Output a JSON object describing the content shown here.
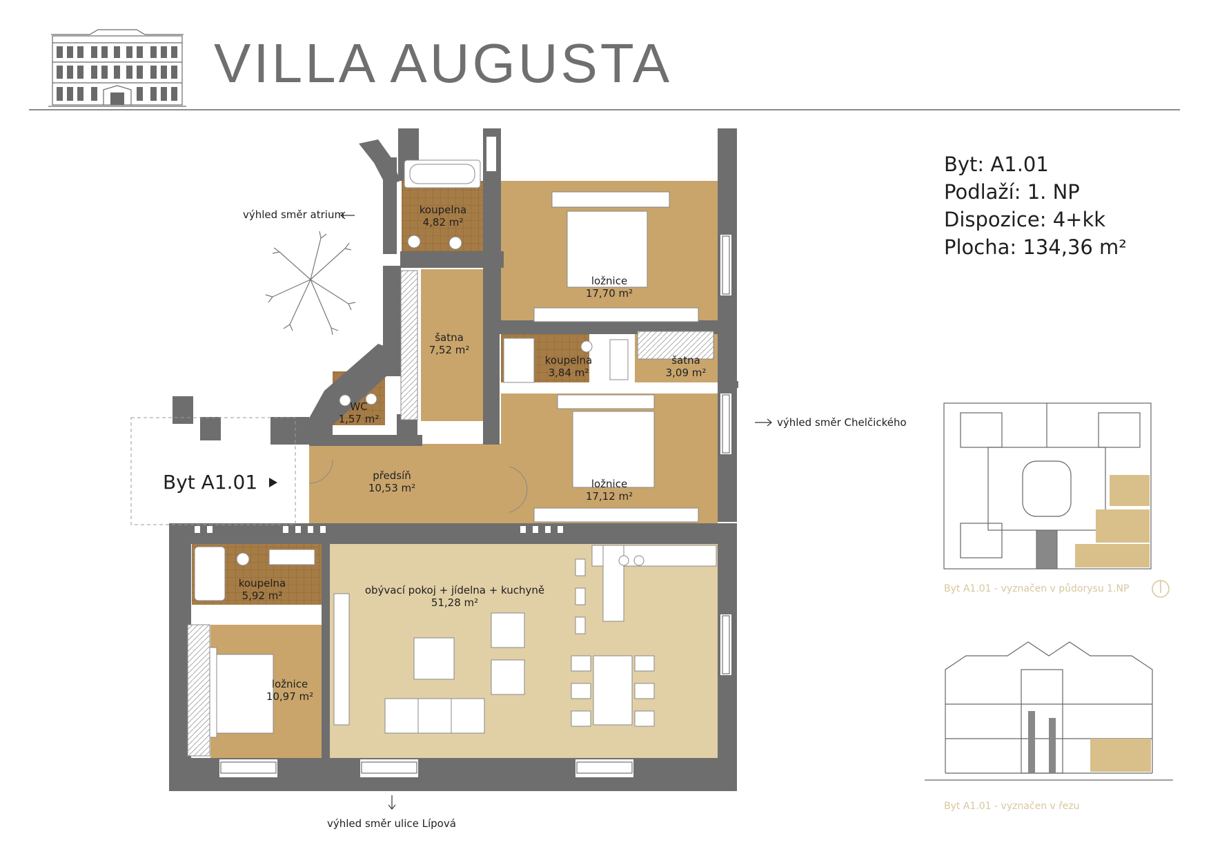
{
  "header": {
    "title": "VILLA AUGUSTA"
  },
  "info": {
    "byt": "Byt: A1.01",
    "podlazi": "Podlaží: 1. NP",
    "dispozice": "Dispozice: 4+kk",
    "plocha": "Plocha: 134,36 m²"
  },
  "rooms": [
    {
      "name": "koupelna",
      "area": "4,82 m²"
    },
    {
      "name": "ložnice",
      "area": "17,70 m²"
    },
    {
      "name": "šatna",
      "area": "7,52 m²"
    },
    {
      "name": "koupelna",
      "area": "3,84 m²"
    },
    {
      "name": "šatna",
      "area": "3,09 m²"
    },
    {
      "name": "WC",
      "area": "1,57 m²"
    },
    {
      "name": "předsíň",
      "area": "10,53 m²"
    },
    {
      "name": "ložnice",
      "area": "17,12 m²"
    },
    {
      "name": "koupelna",
      "area": "5,92 m²"
    },
    {
      "name": "obývací pokoj + jídelna + kuchyně",
      "area": "51,28 m²"
    },
    {
      "name": "ložnice",
      "area": "10,97 m²"
    }
  ],
  "entrance": {
    "label": "Byt A1.01"
  },
  "views": {
    "atrium": "výhled směr atrium",
    "chelcickeho": "výhled směr Chelčického",
    "lipova": "výhled směr ulice Lípová"
  },
  "captions": {
    "floorplan": "Byt A1.01 - vyznačen v půdorysu 1.NP",
    "section": "Byt A1.01 - vyznačen v řezu"
  },
  "colors": {
    "wall": "#6e6e6e",
    "room_dark": "#c9a56c",
    "room_light": "#e1cfa6",
    "tile": "#a67c46",
    "highlight": "#d9c08a"
  }
}
